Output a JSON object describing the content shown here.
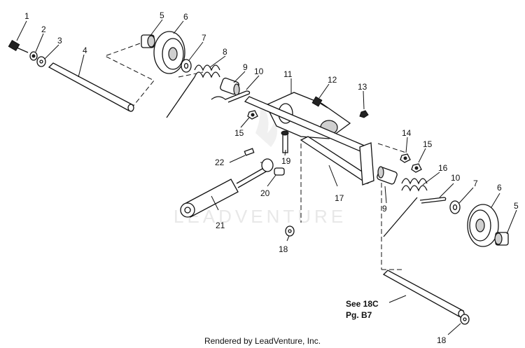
{
  "diagram": {
    "callouts": {
      "c1": "1",
      "c2": "2",
      "c3": "3",
      "c4": "4",
      "c5a": "5",
      "c6a": "6",
      "c7a": "7",
      "c8": "8",
      "c9a": "9",
      "c10a": "10",
      "c11": "11",
      "c12": "12",
      "c13": "13",
      "c14": "14",
      "c15a": "15",
      "c15b": "15",
      "c16": "16",
      "c10b": "10",
      "c7b": "7",
      "c6b": "6",
      "c5b": "5",
      "c9b": "9",
      "c17": "17",
      "c18a": "18",
      "c18b": "18",
      "c19": "19",
      "c20": "20",
      "c21": "21",
      "c22": "22"
    },
    "note_line1": "See 18C",
    "note_line2": "Pg. B7",
    "watermark": "LEADVENTURE"
  },
  "footer": "Rendered by LeadVenture, Inc."
}
